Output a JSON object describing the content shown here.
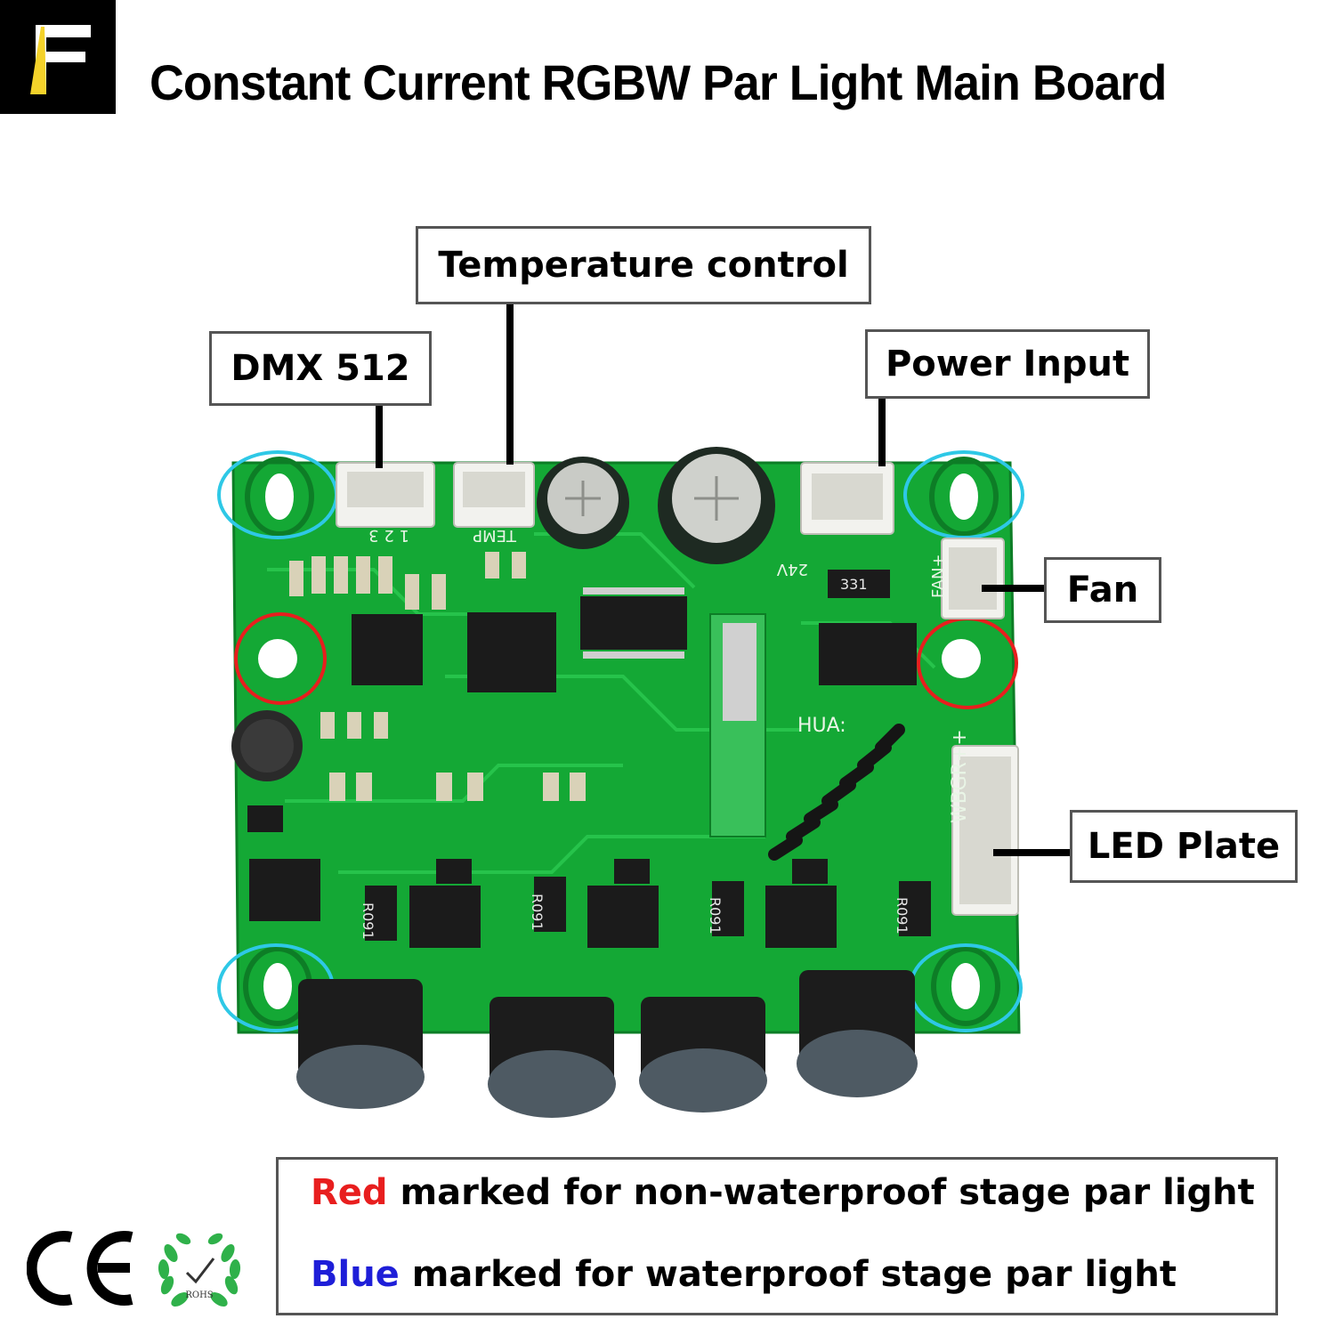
{
  "title": "Constant Current RGBW Par Light Main Board",
  "logo": {
    "icon": "f-logo-icon"
  },
  "callouts": {
    "temperature": "Temperature control",
    "dmx": "DMX 512",
    "power": "Power Input",
    "fan": "Fan",
    "led": "LED Plate"
  },
  "board_silkscreen": {
    "dmx_pins": "1 2 3",
    "temp": "TEMP",
    "voltage": "24V",
    "fan": "FAN+",
    "resistor": "331",
    "led_connector": "WBGR++",
    "shunt": "R091",
    "label_hua": "HUA:"
  },
  "legend": {
    "red_word": "Red",
    "red_rest": " marked for non-waterproof stage par light",
    "blue_word": "Blue",
    "blue_rest": " marked for waterproof stage par light"
  },
  "certifications": {
    "ce": "CE",
    "rohs": "ROHS"
  },
  "colors": {
    "board": "#11a834",
    "red_mark": "#e81e1e",
    "blue_mark": "#2ec8e6",
    "legend_blue": "#1e1ed8"
  }
}
